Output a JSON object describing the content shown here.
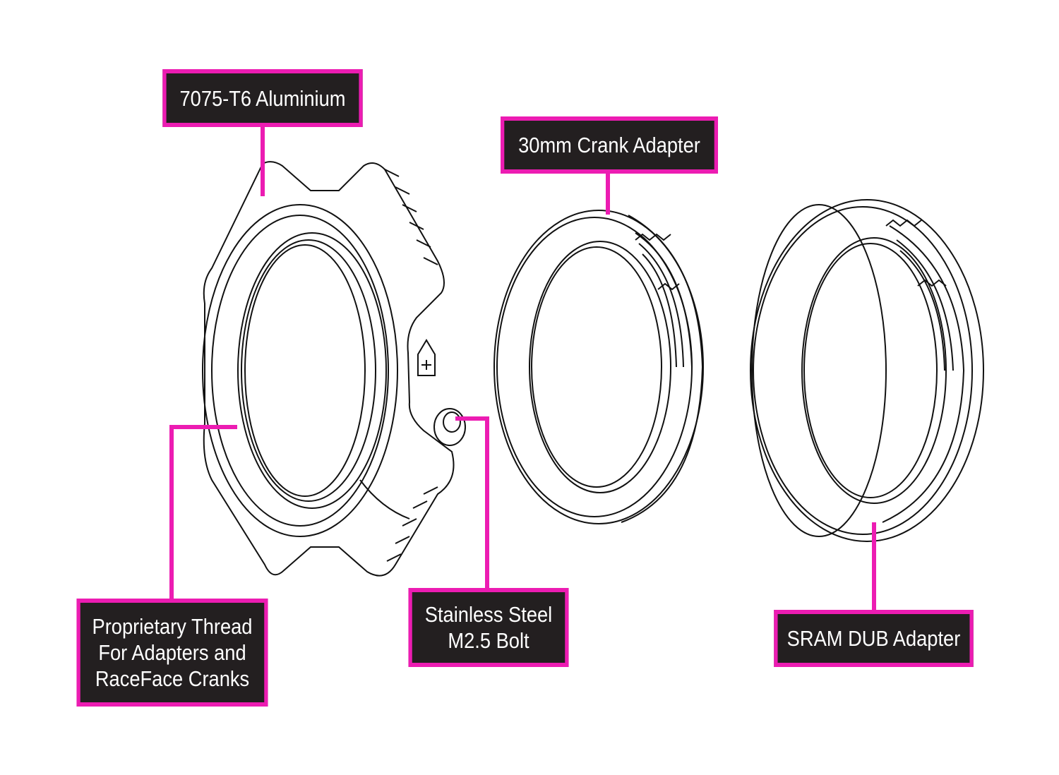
{
  "colors": {
    "accent": "#ec1cb2",
    "label_bg": "#231f20",
    "line_art": "#111111"
  },
  "labels": {
    "material": {
      "lines": [
        "7075-T6 Aluminium"
      ]
    },
    "crank_adapter": {
      "lines": [
        "30mm Crank Adapter"
      ]
    },
    "thread": {
      "lines": [
        "Proprietary Thread",
        "For Adapters and",
        "RaceFace Cranks"
      ]
    },
    "bolt": {
      "lines": [
        "Stainless Steel",
        "M2.5 Bolt"
      ]
    },
    "dub_adapter": {
      "lines": [
        "SRAM DUB Adapter"
      ]
    }
  }
}
